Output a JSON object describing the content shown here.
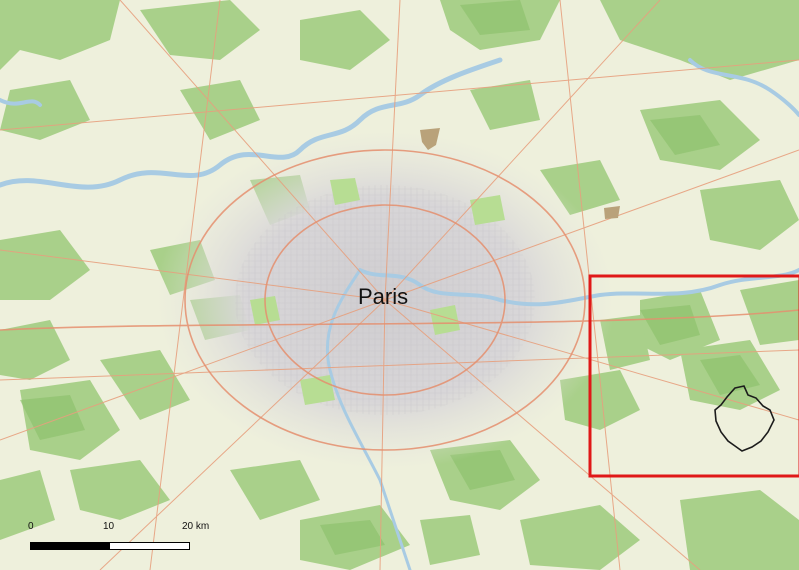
{
  "map": {
    "city_label": "Paris",
    "colors": {
      "base": "#eef0dc",
      "urban": "#d6d3d5",
      "forest": "#a9d08a",
      "forest_dark": "#8fc26d",
      "river": "#a8cbe3",
      "roads": "#e7a07e",
      "motorway": "#e58f6e",
      "frame": "#e01818",
      "outline": "#1c1c1c"
    },
    "icons": [
      "river",
      "forest",
      "urban-area",
      "roads",
      "highlight-frame",
      "commune-outline"
    ]
  },
  "scale": {
    "ticks": [
      "0",
      "10",
      "20 km"
    ]
  }
}
